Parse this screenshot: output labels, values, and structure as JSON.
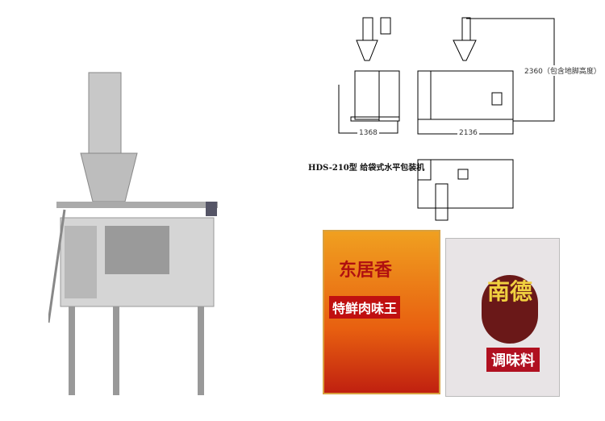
{
  "drawing": {
    "dim_height": "2360（包含地脚高度）",
    "dim_width_side": "1368",
    "dim_width_front": "2136",
    "model": "HDS-210型 给袋式水平包装机"
  },
  "bags": [
    {
      "brand": "东居香",
      "name": "特鲜肉味王"
    },
    {
      "brand": "南德",
      "name": "调味料"
    }
  ]
}
